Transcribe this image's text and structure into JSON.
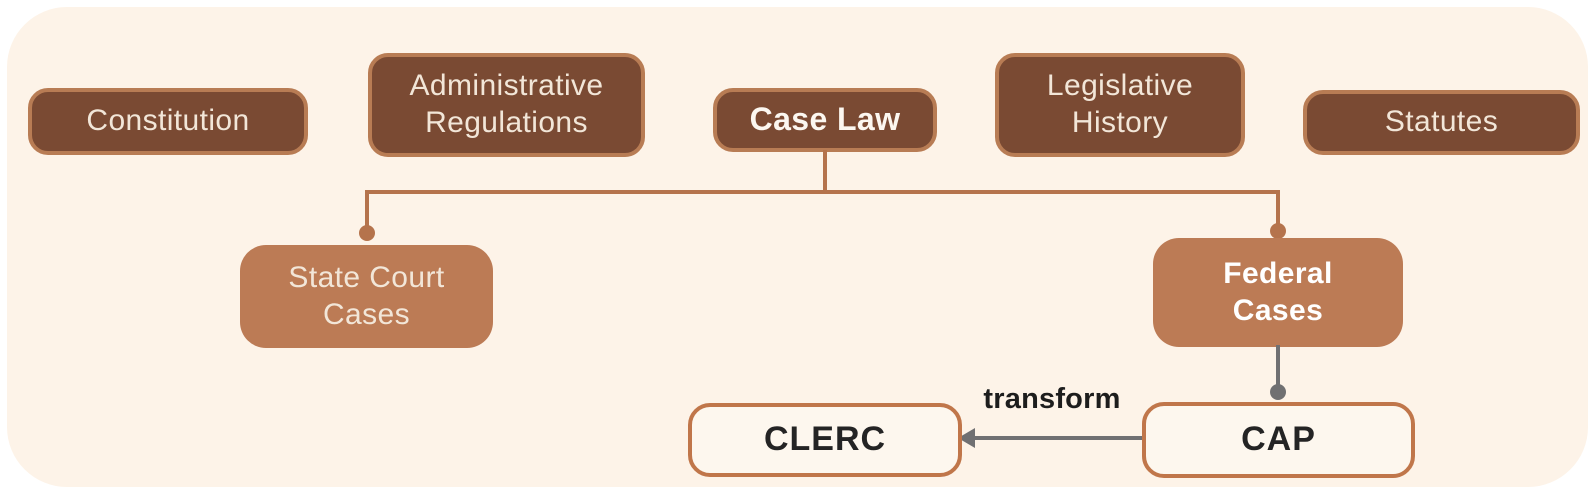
{
  "colors": {
    "bg_page": "#ffffff",
    "bg_panel": "#FDF3E8",
    "dark_fill": "#7A4A33",
    "dark_border": "#B87C54",
    "terracotta": "#BC7B55",
    "line_brown": "#B5734C",
    "line_gray": "#707072",
    "light_fill": "#FDF7EE",
    "light_border": "#C0764A",
    "text_light": "#F2E6D8",
    "text_bright": "#FCF7F0",
    "text_dark": "#242424"
  },
  "nodes": {
    "constitution": {
      "label": "Constitution"
    },
    "administrative_regulations": {
      "label": "Administrative\nRegulations"
    },
    "case_law": {
      "label": "Case Law"
    },
    "legislative_history": {
      "label": "Legislative\nHistory"
    },
    "statutes": {
      "label": "Statutes"
    },
    "state_court_cases": {
      "label": "State Court\nCases"
    },
    "federal_cases": {
      "label": "Federal\nCases"
    },
    "clerc": {
      "label": "CLERC"
    },
    "cap": {
      "label": "CAP"
    }
  },
  "edges": {
    "case_law_children": [
      "state_court_cases",
      "federal_cases"
    ],
    "federal_cases_child": "cap",
    "cap_to_clerc_label": "transform"
  }
}
